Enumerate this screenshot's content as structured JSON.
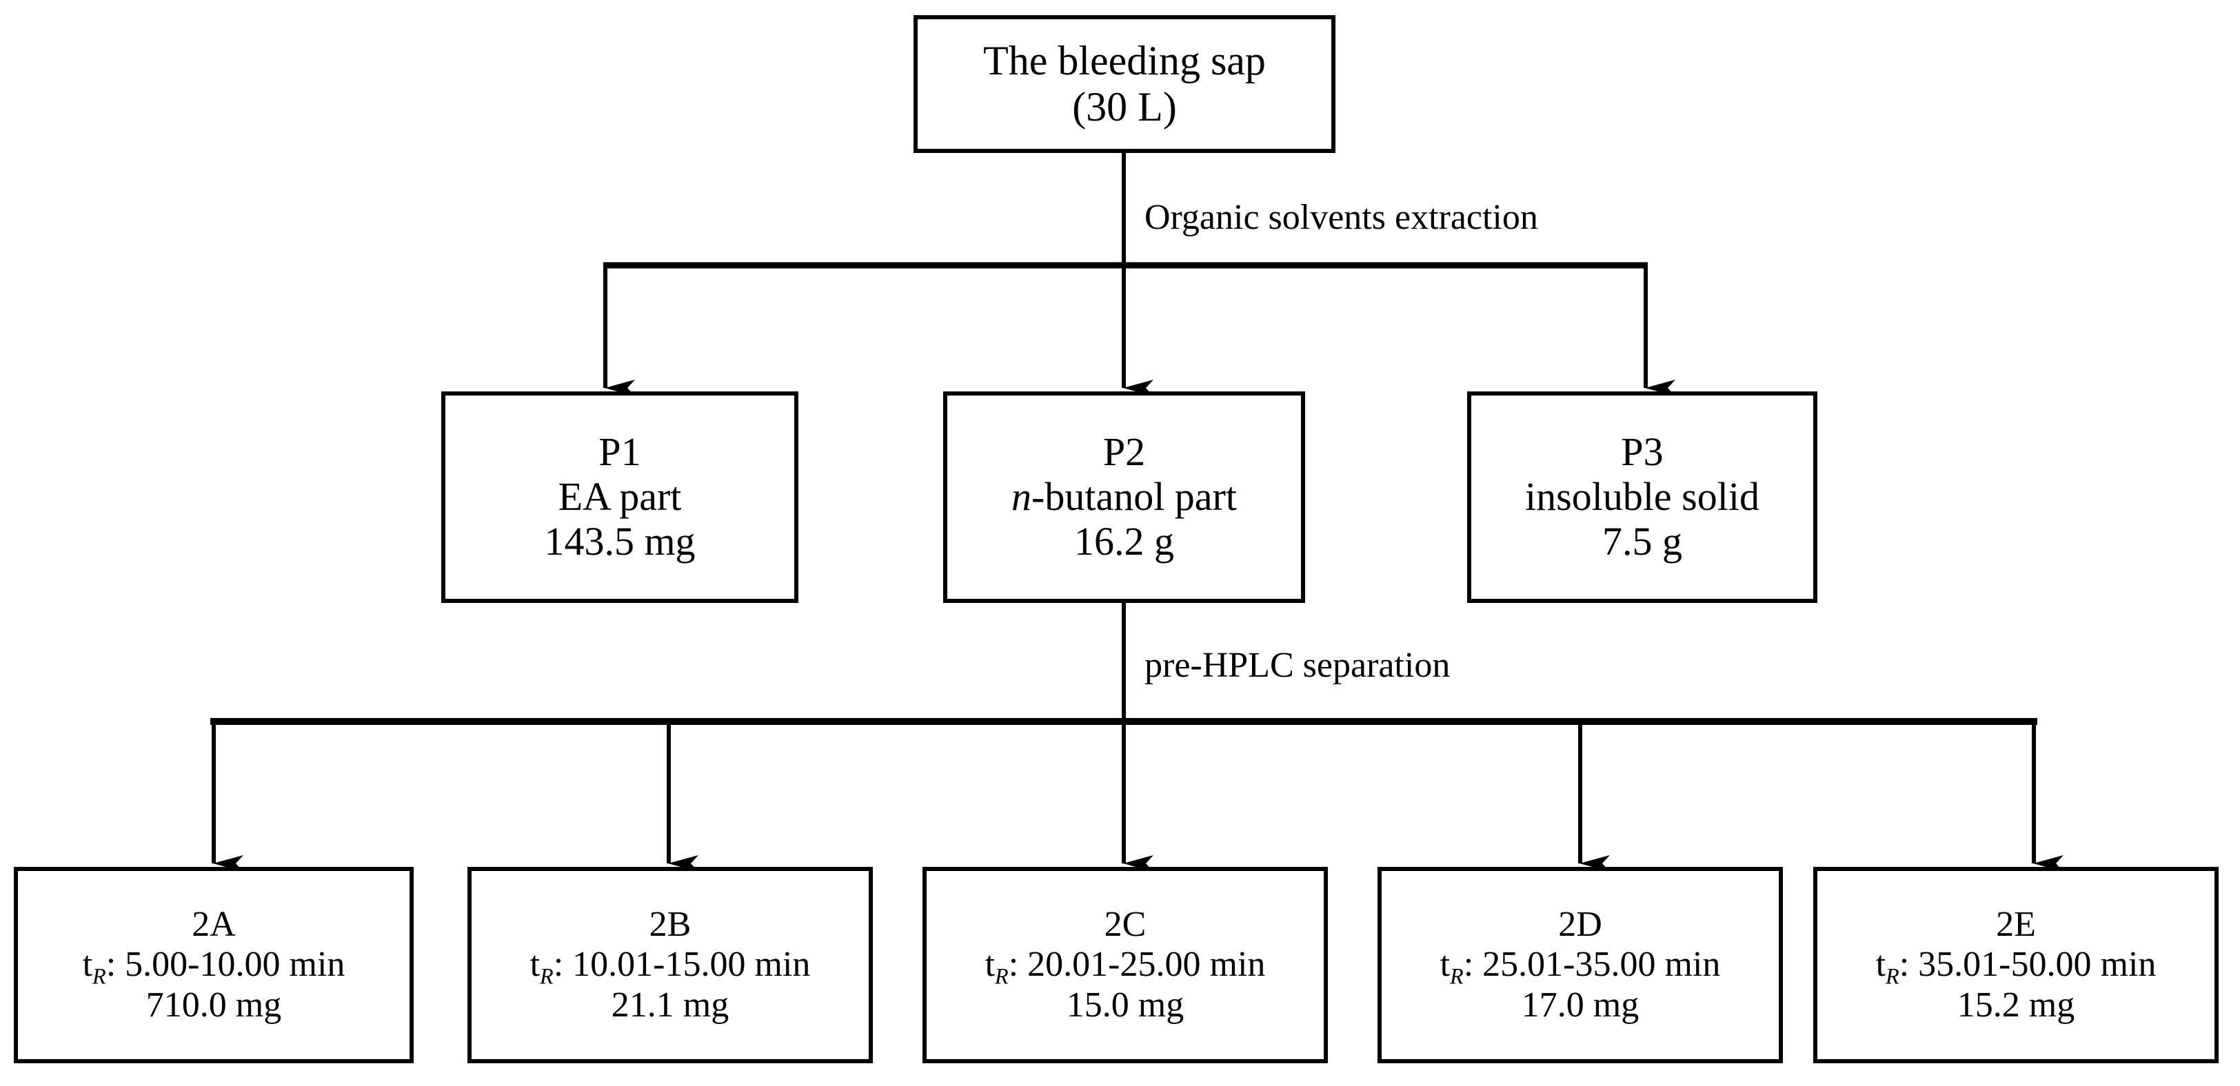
{
  "diagram": {
    "title": "Isolation and fractionation flowchart of the bleeding sap",
    "type": "flowchart",
    "orientation": "top-down",
    "line_color": "#000000",
    "background_color": "#ffffff",
    "text_color": "#000000"
  },
  "root": {
    "id": "root",
    "line1": "The bleeding sap",
    "line2": "(30 L)"
  },
  "edge_labels": {
    "level1": "Organic solvents extraction",
    "level2": "pre-HPLC separation"
  },
  "fractions": [
    {
      "id": "P1",
      "label": "P1",
      "description": "EA part",
      "description_italic_prefix": "",
      "amount": "143.5 mg"
    },
    {
      "id": "P2",
      "label": "P2",
      "description": "-butanol part",
      "description_italic_prefix": "n",
      "amount": "16.2 g"
    },
    {
      "id": "P3",
      "label": "P3",
      "description": "insoluble solid",
      "description_italic_prefix": "",
      "amount": "7.5 g"
    }
  ],
  "subfractions": [
    {
      "id": "2A",
      "label": "2A",
      "rt_prefix": "t",
      "rt_subscript": "R",
      "rt_value": ": 5.00-10.00 min",
      "amount": "710.0 mg"
    },
    {
      "id": "2B",
      "label": "2B",
      "rt_prefix": "t",
      "rt_subscript": "R",
      "rt_value": ": 10.01-15.00 min",
      "amount": "21.1 mg"
    },
    {
      "id": "2C",
      "label": "2C",
      "rt_prefix": "t",
      "rt_subscript": "R",
      "rt_value": ": 20.01-25.00 min",
      "amount": "15.0 mg"
    },
    {
      "id": "2D",
      "label": "2D",
      "rt_prefix": "t",
      "rt_subscript": "R",
      "rt_value": ": 25.01-35.00 min",
      "amount": "17.0 mg"
    },
    {
      "id": "2E",
      "label": "2E",
      "rt_prefix": "t",
      "rt_subscript": "R",
      "rt_value": ": 35.01-50.00 min",
      "amount": "15.2 mg"
    }
  ]
}
